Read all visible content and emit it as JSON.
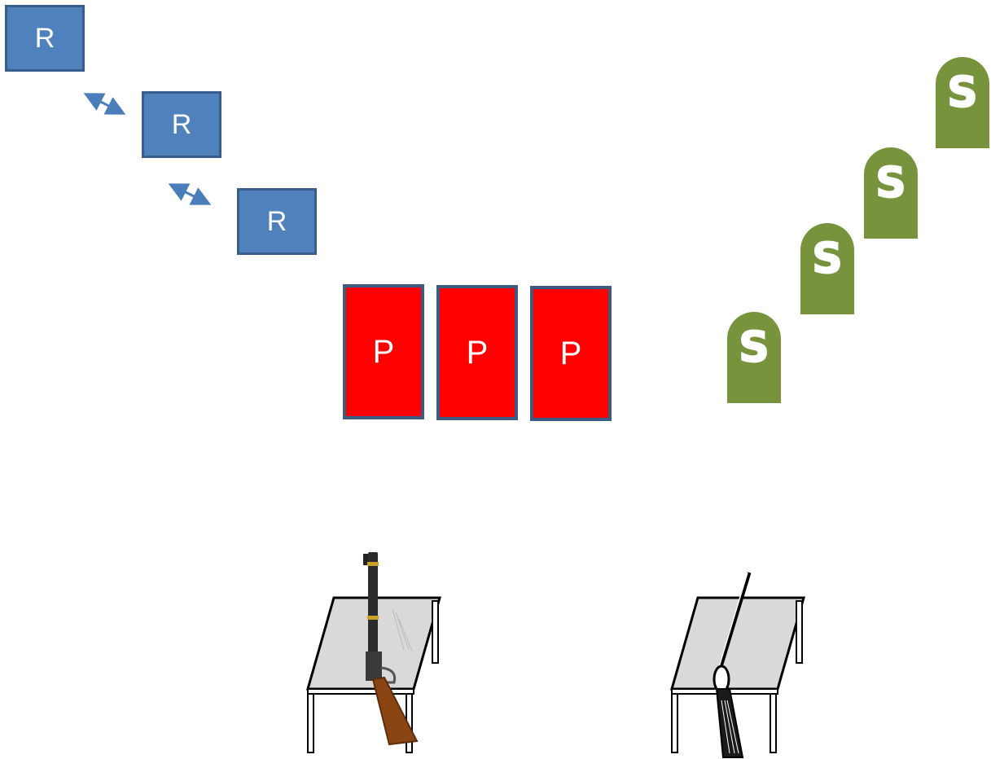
{
  "r_boxes": [
    "R",
    "R",
    "R"
  ],
  "p_boxes": [
    "P",
    "P",
    "P"
  ],
  "s_markers": [
    "S",
    "S",
    "S",
    "S"
  ],
  "icons": [
    "double-arrow-icon",
    "table-icon",
    "rifle-icon",
    "shotgun-icon"
  ],
  "colors": {
    "r_fill": "#4f81bd",
    "r_border": "#385d8a",
    "p_fill": "#ff0000",
    "p_border": "#3c5a82",
    "s_fill": "#77933c",
    "table_top": "#d9d9d9",
    "rifle_stock": "#8b4513"
  }
}
